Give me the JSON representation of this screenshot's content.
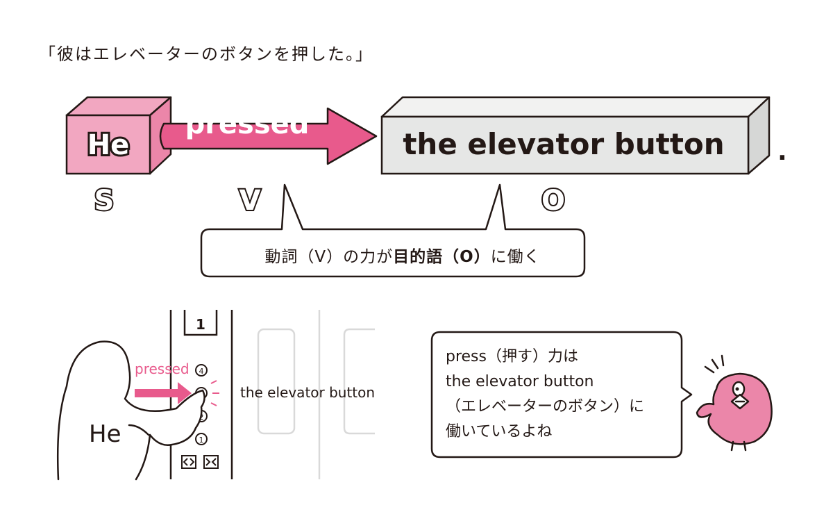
{
  "title": "「彼はエレベーターのボタンを押した。」",
  "sentence": {
    "subject": "He",
    "verb": "pressed",
    "object": "the elevator button",
    "period": "."
  },
  "roles": {
    "s": "S",
    "v": "V",
    "o": "O"
  },
  "caption": {
    "part1": "動詞（V）の力が",
    "bold": "目的語（O）",
    "part2": "に働く"
  },
  "illustration": {
    "floor_indicator": "1",
    "person_label": "He",
    "arrow_label": "pressed",
    "button_label": "the elevator button",
    "floor_buttons": [
      "4",
      "3",
      "2",
      "1"
    ]
  },
  "speech_bubble": {
    "lines": [
      "press（押す）力は",
      "the elevator button",
      "（エレベーターのボタン）に",
      "働いているよね"
    ]
  },
  "colors": {
    "pink": "#e85a8c",
    "pink_light": "#f2a7c1",
    "pink_face": "#eb86a9",
    "gray_box": "#e6e7e6",
    "ink": "#231815",
    "light_gray": "#d9d9d9"
  }
}
